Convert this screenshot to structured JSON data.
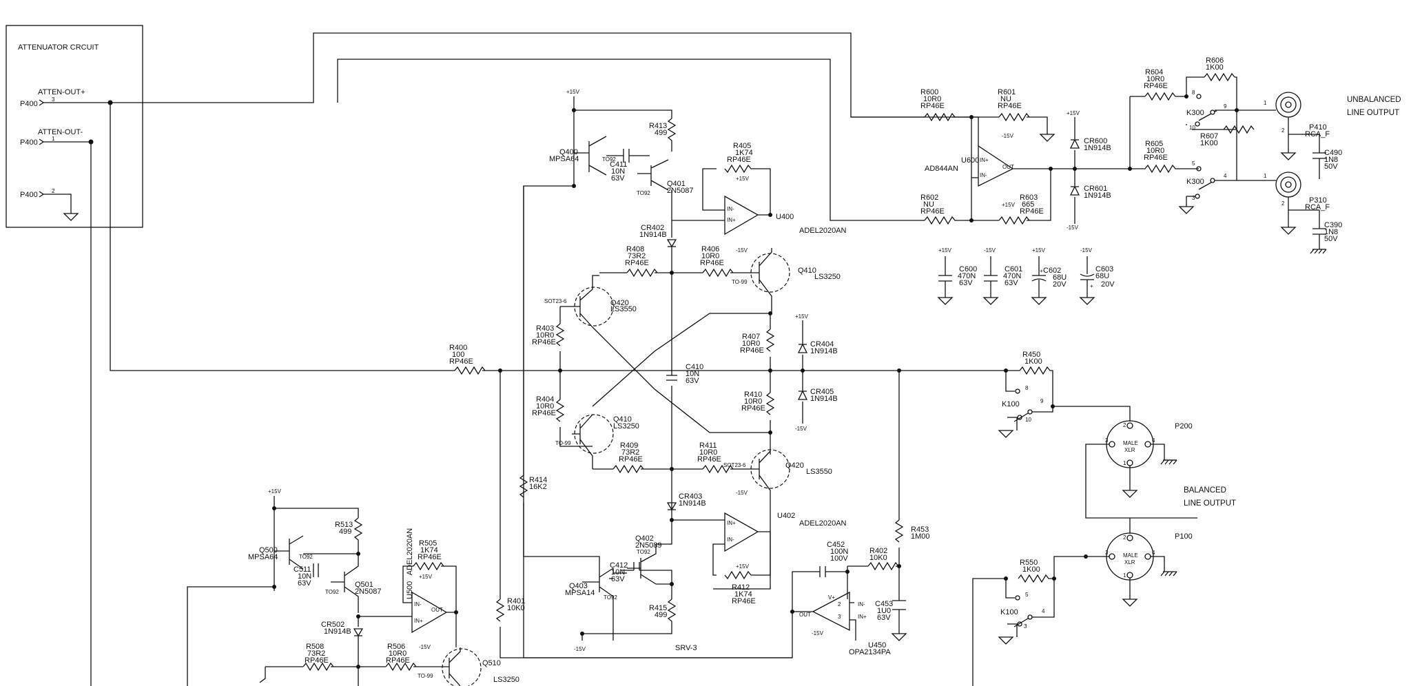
{
  "attenuator": {
    "title": "ATTENUATOR CRCUIT",
    "out_plus": "ATTEN-OUT+",
    "out_minus": "ATTEN-OUT-",
    "p400": "P400",
    "pins": {
      "p3": "3",
      "p1": "1",
      "p2": "2"
    }
  },
  "supply": {
    "pos15": "+15V",
    "neg15": "-15V"
  },
  "amp": {
    "q400": {
      "ref": "Q400",
      "part": "MPSA64",
      "pkg": "TO92"
    },
    "q401": {
      "ref": "Q401",
      "part": "2N5087",
      "pkg": "TO92"
    },
    "c411": {
      "ref": "C411",
      "val": "10N",
      "volt": "63V"
    },
    "r413": {
      "ref": "R413",
      "val": "499"
    },
    "r405": {
      "ref": "R405",
      "val": "1K74",
      "type": "RP46E"
    },
    "u400": {
      "ref": "U400",
      "part": "ADEL2020AN"
    },
    "cr402": {
      "ref": "CR402",
      "part": "1N914B"
    },
    "r408": {
      "ref": "R408",
      "val": "73R2",
      "type": "RP46E"
    },
    "r406": {
      "ref": "R406",
      "val": "10R0",
      "type": "RP46E"
    },
    "q410a": {
      "ref": "Q410",
      "part": "LS3250",
      "pkg": "TO-99"
    },
    "q420a": {
      "ref": "Q420",
      "part": "LS3550",
      "pkg": "SOT23-6"
    },
    "r403": {
      "ref": "R403",
      "val": "10R0",
      "type": "RP46E"
    },
    "r407": {
      "ref": "R407",
      "val": "10R0",
      "type": "RP46E"
    },
    "cr404": {
      "ref": "CR404",
      "part": "1N914B"
    },
    "cr405": {
      "ref": "CR405",
      "part": "1N914B"
    },
    "r400": {
      "ref": "R400",
      "val": "100",
      "type": "RP46E"
    },
    "c410": {
      "ref": "C410",
      "val": "10N",
      "volt": "63V"
    },
    "r410": {
      "ref": "R410",
      "val": "10R0",
      "type": "RP46E"
    },
    "r404": {
      "ref": "R404",
      "val": "10R0",
      "type": "RP46E"
    },
    "q410b": {
      "ref": "Q410",
      "part": "LS3250",
      "pkg": "TO-99"
    },
    "r409": {
      "ref": "R409",
      "val": "73R2",
      "type": "RP46E"
    },
    "r411": {
      "ref": "R411",
      "val": "10R0",
      "type": "RP46E"
    },
    "q420b": {
      "ref": "Q420",
      "part": "LS3550",
      "pkg": "SOT23-6"
    },
    "r414": {
      "ref": "R414",
      "val": "16K2"
    },
    "cr403": {
      "ref": "CR403",
      "part": "1N914B"
    },
    "u402": {
      "ref": "U402",
      "part": "ADEL2020AN"
    },
    "q402": {
      "ref": "Q402",
      "part": "2N5089",
      "pkg": "TO92"
    },
    "q403": {
      "ref": "Q403",
      "part": "MPSA14",
      "pkg": "TO92"
    },
    "c412": {
      "ref": "C412",
      "val": "10N",
      "volt": "63V"
    },
    "r415": {
      "ref": "R415",
      "val": "499"
    },
    "r412": {
      "ref": "R412",
      "val": "1K74",
      "type": "RP46E"
    },
    "r401": {
      "ref": "R401",
      "val": "10K0"
    },
    "srv": "SRV-3",
    "c452": {
      "ref": "C452",
      "val": "100N",
      "volt": "100V"
    },
    "r402": {
      "ref": "R402",
      "val": "10K0"
    },
    "r453": {
      "ref": "R453",
      "val": "1M00"
    },
    "c453": {
      "ref": "C453",
      "val": "1U0",
      "volt": "63V"
    },
    "u450": {
      "ref": "U450",
      "part": "OPA2134PA"
    }
  },
  "unbalanced": {
    "r600": {
      "ref": "R600",
      "val": "10R0",
      "type": "RP46E"
    },
    "r601": {
      "ref": "R601",
      "val": "NU",
      "type": "RP46E"
    },
    "r602": {
      "ref": "R602",
      "val": "NU",
      "type": "RP46E"
    },
    "r603": {
      "ref": "R603",
      "val": "665",
      "type": "RP46E"
    },
    "u600": {
      "ref": "U600",
      "part": "AD844AN"
    },
    "cr600": {
      "ref": "CR600",
      "part": "1N914B"
    },
    "cr601": {
      "ref": "CR601",
      "part": "1N914B"
    },
    "r604": {
      "ref": "R604",
      "val": "10R0",
      "type": "RP46E"
    },
    "r605": {
      "ref": "R605",
      "val": "10R0",
      "type": "RP46E"
    },
    "r606": {
      "ref": "R606",
      "val": "1K00"
    },
    "r607": {
      "ref": "R607",
      "val": "1K00"
    },
    "k300": "K300",
    "p410": {
      "ref": "P410",
      "part": "RCA_F"
    },
    "p310": {
      "ref": "P310",
      "part": "RCA_F"
    },
    "c490": {
      "ref": "C490",
      "val": "1N8",
      "volt": "50V"
    },
    "c390": {
      "ref": "C390",
      "val": "1N8",
      "volt": "50V"
    },
    "label1": "UNBALANCED",
    "label2": "LINE OUTPUT",
    "c600": {
      "ref": "C600",
      "val": "470N",
      "volt": "63V"
    },
    "c601": {
      "ref": "C601",
      "val": "470N",
      "volt": "63V"
    },
    "c602": {
      "ref": "C602",
      "val": "68U",
      "volt": "20V"
    },
    "c603": {
      "ref": "C603",
      "val": "68U",
      "volt": "20V"
    }
  },
  "balanced": {
    "r450": {
      "ref": "R450",
      "val": "1K00"
    },
    "r550": {
      "ref": "R550",
      "val": "1K00"
    },
    "k100": "K100",
    "p200": "P200",
    "p100": "P100",
    "xlr": {
      "male": "MALE",
      "xlr": "XLR"
    },
    "label1": "BALANCED",
    "label2": "LINE OUTPUT"
  },
  "lower": {
    "q500": {
      "ref": "Q500",
      "part": "MPSA64",
      "pkg": "TO92"
    },
    "q501": {
      "ref": "Q501",
      "part": "2N5087",
      "pkg": "TO92"
    },
    "r513": {
      "ref": "R513",
      "val": "499"
    },
    "c511": {
      "ref": "C511",
      "val": "10N",
      "volt": "63V"
    },
    "r505": {
      "ref": "R505",
      "val": "1K74",
      "type": "RP46E"
    },
    "u500": {
      "ref": "U500",
      "part": "ADEL2020AN"
    },
    "cr502": {
      "ref": "CR502",
      "part": "1N914B"
    },
    "r508": {
      "ref": "R508",
      "val": "73R2",
      "type": "RP46E"
    },
    "r506": {
      "ref": "R506",
      "val": "10R0",
      "type": "RP46E"
    },
    "q510": {
      "ref": "Q510",
      "part": "LS3250",
      "pkg": "TO-99"
    }
  }
}
